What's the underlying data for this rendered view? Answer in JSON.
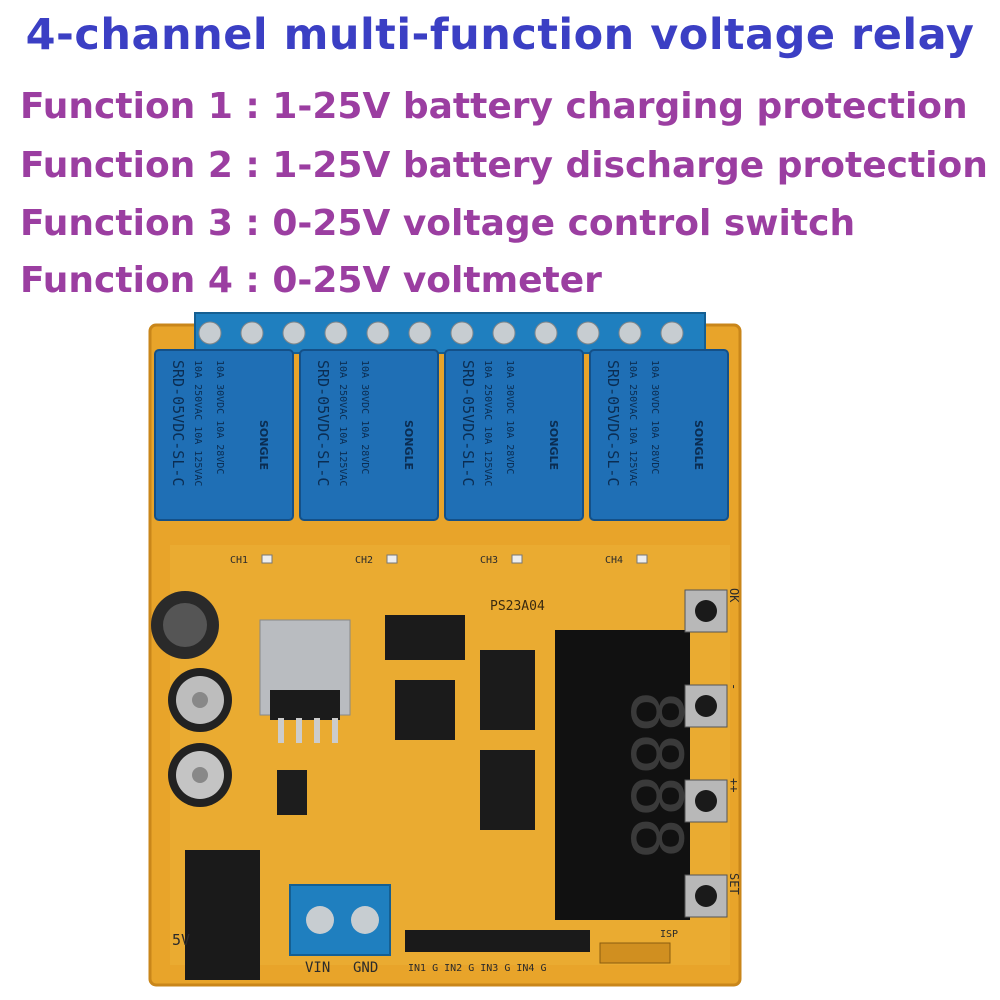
{
  "title": "4-channel multi-function voltage relay",
  "functions": [
    "Function 1 : 1-25V battery charging protection",
    "Function 2 : 1-25V battery discharge protection",
    "Function 3 : 0-25V voltage control switch",
    "Function 4 : 0-25V voltmeter"
  ],
  "board": {
    "model": "PS23A04",
    "relay": {
      "lines": [
        "SRD-05VDC-SL-C",
        "10A 250VAC  10A 125VAC",
        "10A 30VDC   10A 28VDC"
      ],
      "brand": "SONGLE"
    },
    "channels": [
      "CH1",
      "CH2",
      "CH3",
      "CH4"
    ],
    "buttons": [
      "OK",
      "-",
      "++",
      "SET"
    ],
    "terminals": [
      "VIN",
      "GND"
    ],
    "header_pins": "IN1 G IN2 G IN3 G IN4 G",
    "isp": "ISP",
    "power_label": "5V",
    "display": "8888"
  }
}
